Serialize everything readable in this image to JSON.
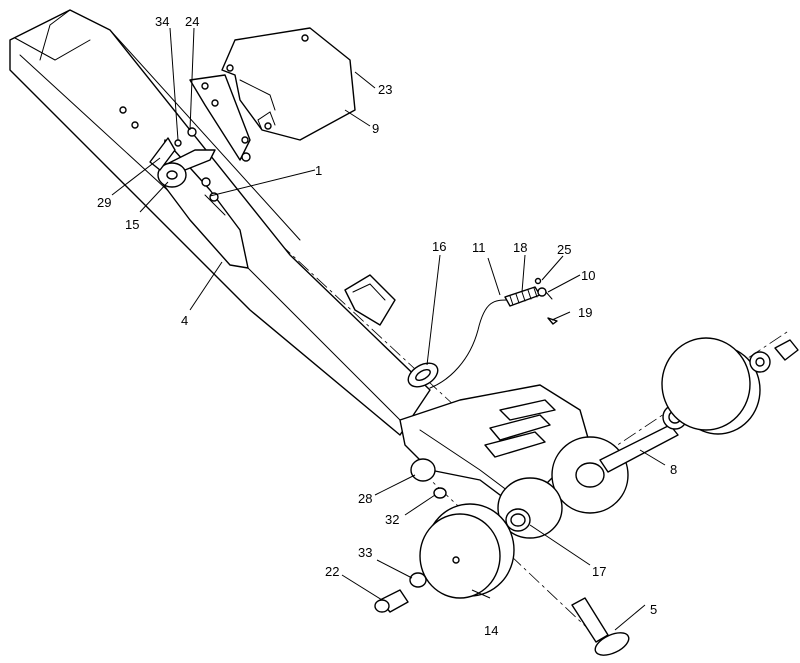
{
  "callouts": {
    "c1": "1",
    "c4": "4",
    "c5": "5",
    "c8": "8",
    "c9": "9",
    "c10": "10",
    "c11": "11",
    "c14": "14",
    "c15": "15",
    "c16": "16",
    "c17": "17",
    "c18": "18",
    "c19": "19",
    "c22": "22",
    "c23": "23",
    "c24": "24",
    "c25": "25",
    "c28": "28",
    "c29": "29",
    "c32": "32",
    "c33": "33",
    "c34": "34"
  }
}
